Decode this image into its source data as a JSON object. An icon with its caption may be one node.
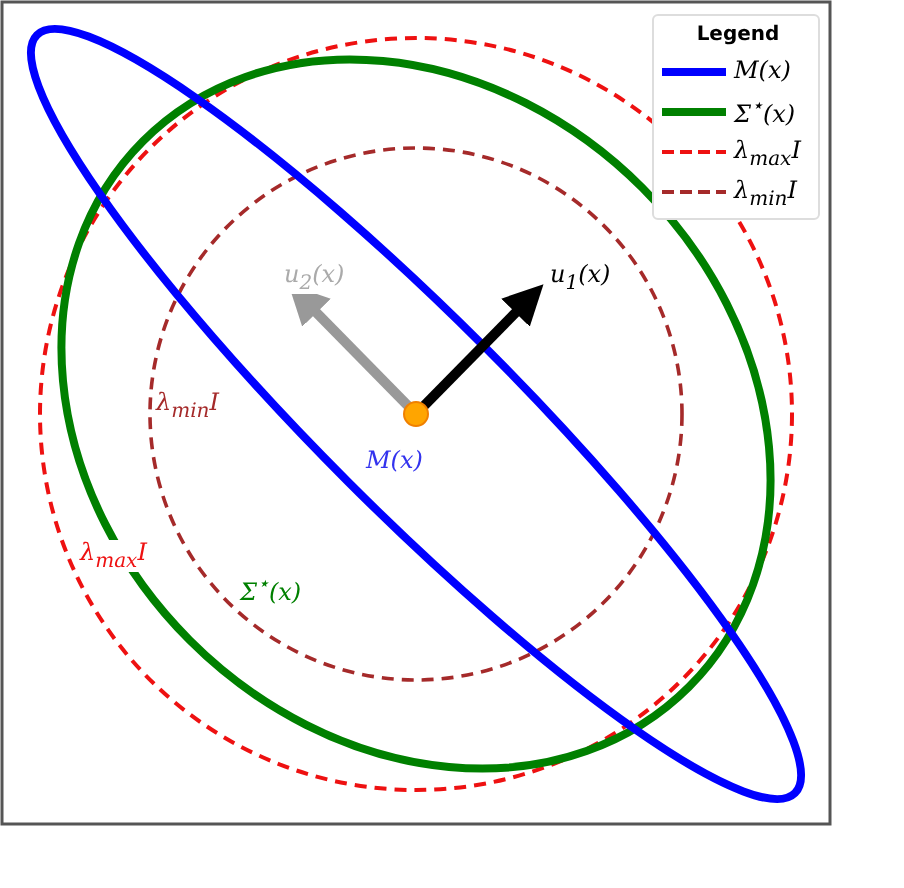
{
  "diagram": {
    "labels": [
      "u$_{2}$(x)",
      "u$_{1}$(x)",
      "λ$_{min}$I",
      "M(x)",
      "λ$_{max}$I",
      "Σ$^{⋆}$(x)"
    ],
    "legend": [
      {
        "text": "Legend"
      },
      {
        "text": "M(x)"
      },
      {
        "text": "Σ$^{⋆}$(x)"
      },
      {
        "text": "λ$_{max}$I"
      },
      {
        "text": "λ$_{min}$I"
      }
    ]
  }
}
